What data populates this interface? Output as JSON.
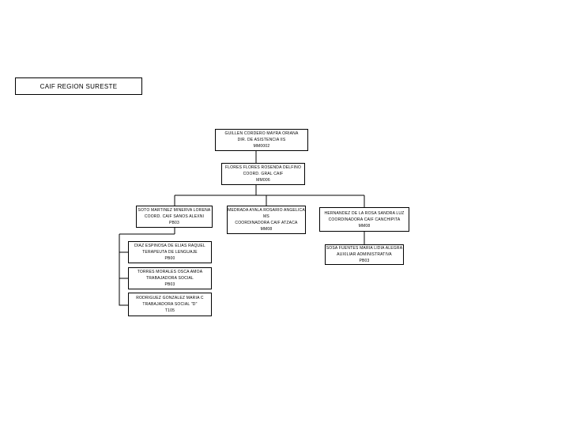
{
  "header": {
    "title": "CAIF REGION SURESTE"
  },
  "nodes": {
    "director": [
      "GUILLEN CORDERO MAYRA ORIANA",
      "DIR. DE ASISTENCIA IIS",
      "MM0002"
    ],
    "coord_general": [
      "FLORES FLORES ROSENDA DELFINO",
      "COORD. GRAL CAIF",
      "MM006"
    ],
    "coord_a": [
      "SOTO MARTINEZ MINERVA LORENA",
      "COORD. CAIF SANOS ALEXNI",
      "PB03"
    ],
    "coord_b": [
      "MEDRADA AYALA ROSARIO ANGELICA",
      "MS",
      "COORDINADORA CAIF ATZACA",
      "MM08"
    ],
    "coord_c": [
      "HERNANDEZ DE LA ROSA SANDRA LUZ",
      "COORDINADORA CAIF CANCHIPITA",
      "MM08"
    ],
    "staff_1": [
      "DIAZ ESPINOSA DE ELIAS RAQUEL",
      "TERAPEUTA DE LENGUAJE",
      "PB00"
    ],
    "staff_2": [
      "TORRES MORALES OSCA AMOA",
      "TRABAJADORA SOCIAL",
      "PB03"
    ],
    "staff_3": [
      "RODRIGUEZ GONZALEZ MARIA C",
      "TRABAJADORA SOCIAL \"D\"",
      "T105"
    ],
    "staff_4": [
      "SOSA FUENTES MARIA LIDIA ALEGRA",
      "AUXILIAR ADMINISTRATIVA",
      "PB03"
    ]
  }
}
